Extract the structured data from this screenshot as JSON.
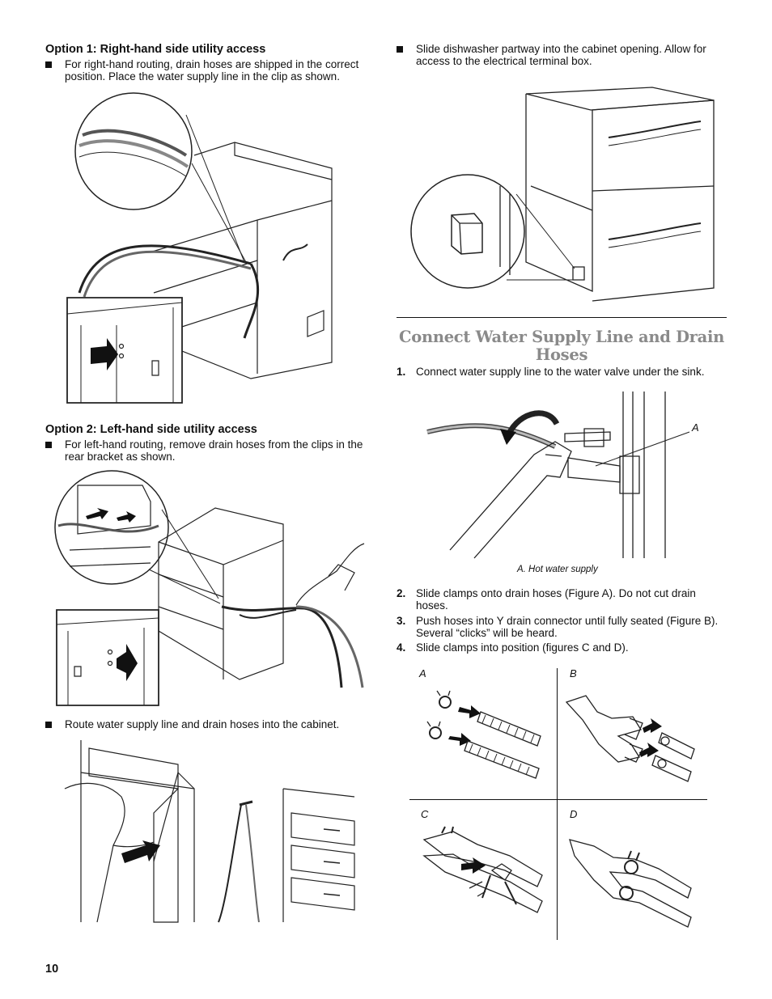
{
  "left": {
    "option1": {
      "heading": "Option 1: Right-hand side utility access",
      "bullet": "For right-hand routing, drain hoses are shipped in the correct position. Place the water supply line in the clip as shown."
    },
    "option2": {
      "heading": "Option 2: Left-hand side utility access",
      "bullet": "For left-hand routing, remove drain hoses from the clips in the rear bracket as shown."
    },
    "route_bullet": "Route water supply line and drain hoses into the cabinet."
  },
  "right": {
    "slide_bullet": "Slide dishwasher partway into the cabinet opening. Allow for access to the electrical terminal box.",
    "section_title_line1": "Connect Water Supply Line and Drain",
    "section_title_line2": "Hoses",
    "steps": [
      {
        "num": "1.",
        "text": "Connect water supply line to the water valve under the sink."
      },
      {
        "num": "2.",
        "text": "Slide clamps onto drain hoses (Figure A). Do not cut drain hoses."
      },
      {
        "num": "3.",
        "text": "Push hoses into Y drain connector until fully seated (Figure B). Several “clicks” will be heard."
      },
      {
        "num": "4.",
        "text": "Slide clamps into position (figures C and D)."
      }
    ],
    "valve_callout": "A",
    "valve_caption": "A. Hot water supply",
    "figure_labels": {
      "a": "A",
      "b": "B",
      "c": "C",
      "d": "D"
    }
  },
  "page_number": "10",
  "colors": {
    "text": "#111111",
    "section_title": "#8a8a8a",
    "line": "#222222"
  }
}
